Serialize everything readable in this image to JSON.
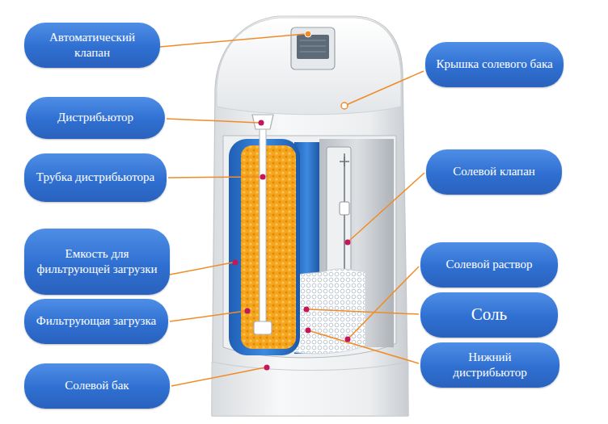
{
  "diagram": {
    "nodes": [
      {
        "text": [
          "Автоматический клапан"
        ]
      },
      {
        "text": [
          "Крышка солевого бака"
        ]
      },
      {
        "text": [
          "Дистрибьютор"
        ]
      },
      {
        "text": [
          "Трубка дистрибьютора"
        ]
      },
      {
        "text": [
          "Солевой клапан"
        ]
      },
      {
        "text": [
          "Емкость для фильтрующей загрузки"
        ]
      },
      {
        "text": [
          "Солевой раствор"
        ]
      },
      {
        "text": [
          "Фильтрующая загрузка"
        ]
      },
      {
        "text": [
          "Соль"
        ]
      },
      {
        "text": [
          "Нижний дистрибьютор"
        ]
      },
      {
        "text": [
          "Солевой бак"
        ]
      }
    ]
  }
}
